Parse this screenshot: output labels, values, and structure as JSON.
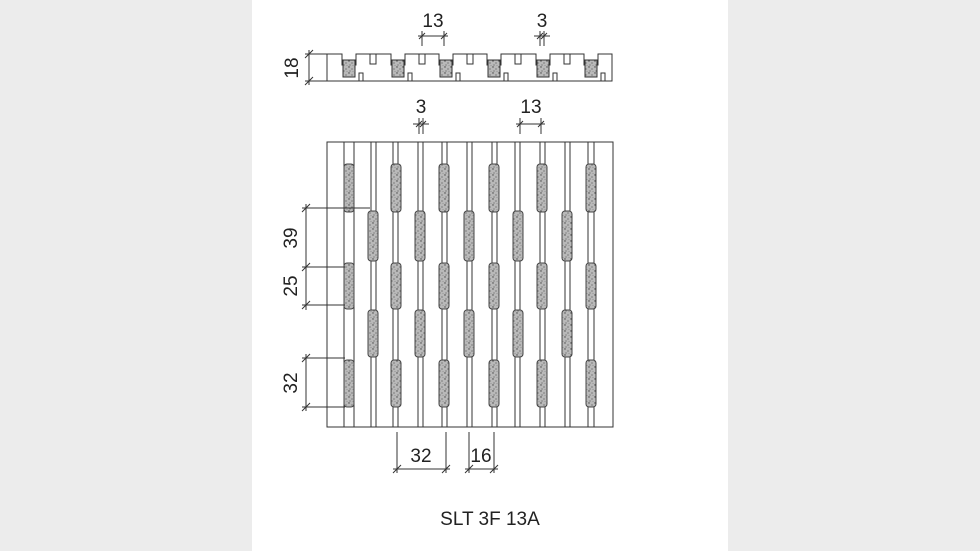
{
  "title": "SLT 3F 13A",
  "section_view": {
    "thickness_label": "18",
    "groove_width_label": "13",
    "insert_width_label": "3"
  },
  "plan_view": {
    "insert_width_label": "3",
    "groove_width_label": "13",
    "segment_spacing_labels": [
      "39",
      "25",
      "32"
    ],
    "bottom_spacing_labels": [
      "32",
      "16"
    ]
  },
  "colors": {
    "line": "#333333",
    "insert_fill": "#9a9a9a",
    "background": "#ffffff",
    "page": "#ececec"
  }
}
